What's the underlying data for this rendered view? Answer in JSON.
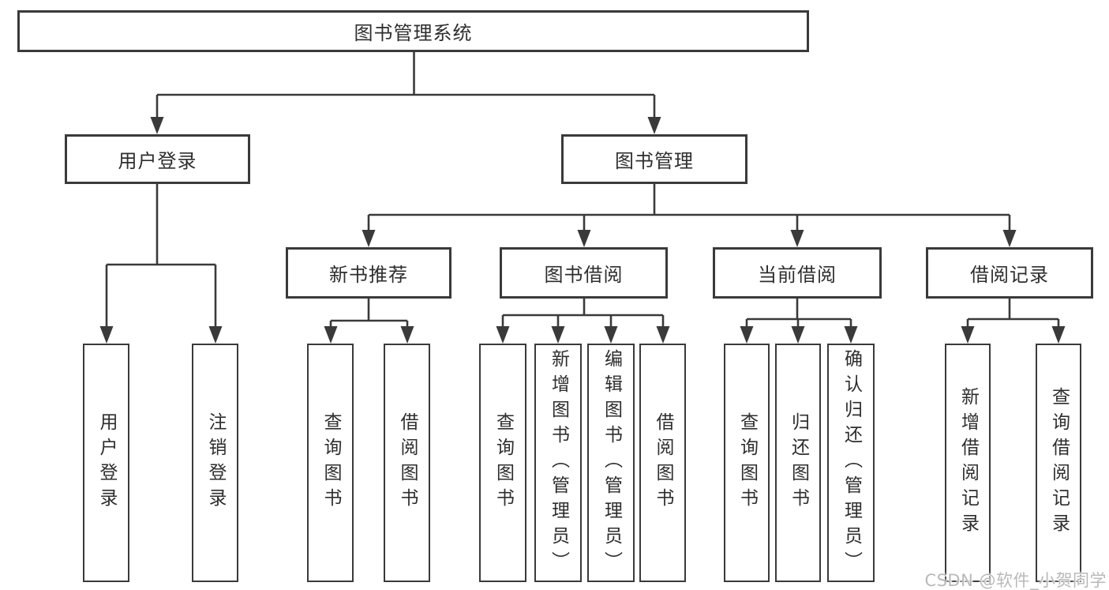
{
  "tree": {
    "root": {
      "label": "图书管理系统"
    },
    "login": {
      "label": "用户登录",
      "children": [
        {
          "label": "用户登录"
        },
        {
          "label": "注销登录"
        }
      ]
    },
    "management": {
      "label": "图书管理",
      "groups": [
        {
          "label": "新书推荐",
          "children": [
            {
              "label": "查询图书"
            },
            {
              "label": "借阅图书"
            }
          ]
        },
        {
          "label": "图书借阅",
          "children": [
            {
              "label": "查询图书"
            },
            {
              "label": "新增图书（管理员）"
            },
            {
              "label": "编辑图书（管理员）"
            },
            {
              "label": "借阅图书"
            }
          ]
        },
        {
          "label": "当前借阅",
          "children": [
            {
              "label": "查询图书"
            },
            {
              "label": "归还图书"
            },
            {
              "label": "确认归还（管理员）"
            }
          ]
        },
        {
          "label": "借阅记录",
          "children": [
            {
              "label": "新增借阅记录"
            },
            {
              "label": "查询借阅记录"
            }
          ]
        }
      ]
    }
  },
  "colors": {
    "line": "#3a3a3a",
    "text": "#2e2e2e",
    "watermark": "#b9b9b9"
  },
  "watermark": {
    "text": "CSDN @软件_小贺同学"
  }
}
